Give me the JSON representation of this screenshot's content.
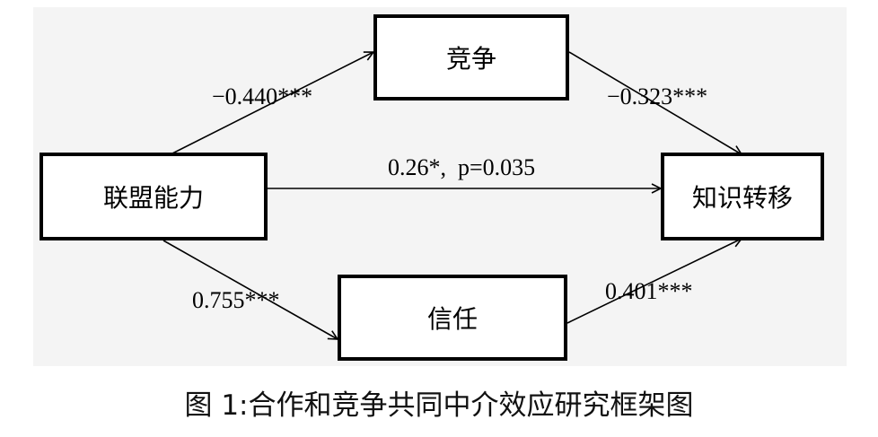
{
  "nodes": {
    "source": "联盟能力",
    "competition": "竞争",
    "trust": "信任",
    "target": "知识转移"
  },
  "edges": {
    "source_competition": "−0.440***",
    "competition_target": "−0.323***",
    "source_target": "0.26*,  p=0.035",
    "source_trust": "0.755***",
    "trust_target": "0.401***"
  },
  "caption": "图 1:合作和竞争共同中介效应研究框架图",
  "colors": {
    "stroke": "#000000",
    "background": "#f4f4f4"
  }
}
